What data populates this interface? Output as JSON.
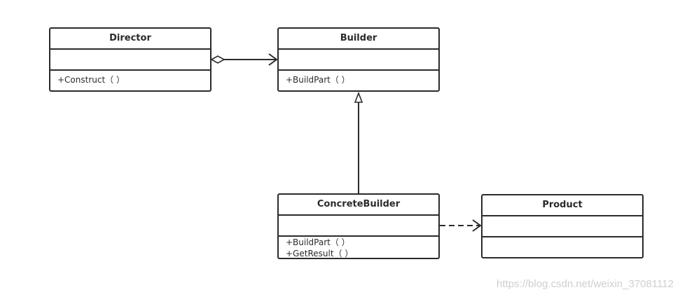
{
  "diagram": {
    "classes": {
      "director": {
        "name": "Director",
        "operations": [
          "+Construct（ ）"
        ]
      },
      "builder": {
        "name": "Builder",
        "operations": [
          "+BuildPart（ ）"
        ]
      },
      "concrete_builder": {
        "name": "ConcreteBuilder",
        "operations": [
          "+BuildPart（ ）",
          "+GetResult（ ）"
        ]
      },
      "product": {
        "name": "Product",
        "operations": []
      }
    },
    "relations": [
      {
        "from": "Director",
        "to": "Builder",
        "kind": "aggregation"
      },
      {
        "from": "ConcreteBuilder",
        "to": "Builder",
        "kind": "generalization"
      },
      {
        "from": "ConcreteBuilder",
        "to": "Product",
        "kind": "dependency"
      }
    ]
  },
  "watermark": "https://blog.csdn.net/weixin_37081112",
  "colors": {
    "line": "#2b2b2b",
    "watermark": "#cfcfcf"
  }
}
